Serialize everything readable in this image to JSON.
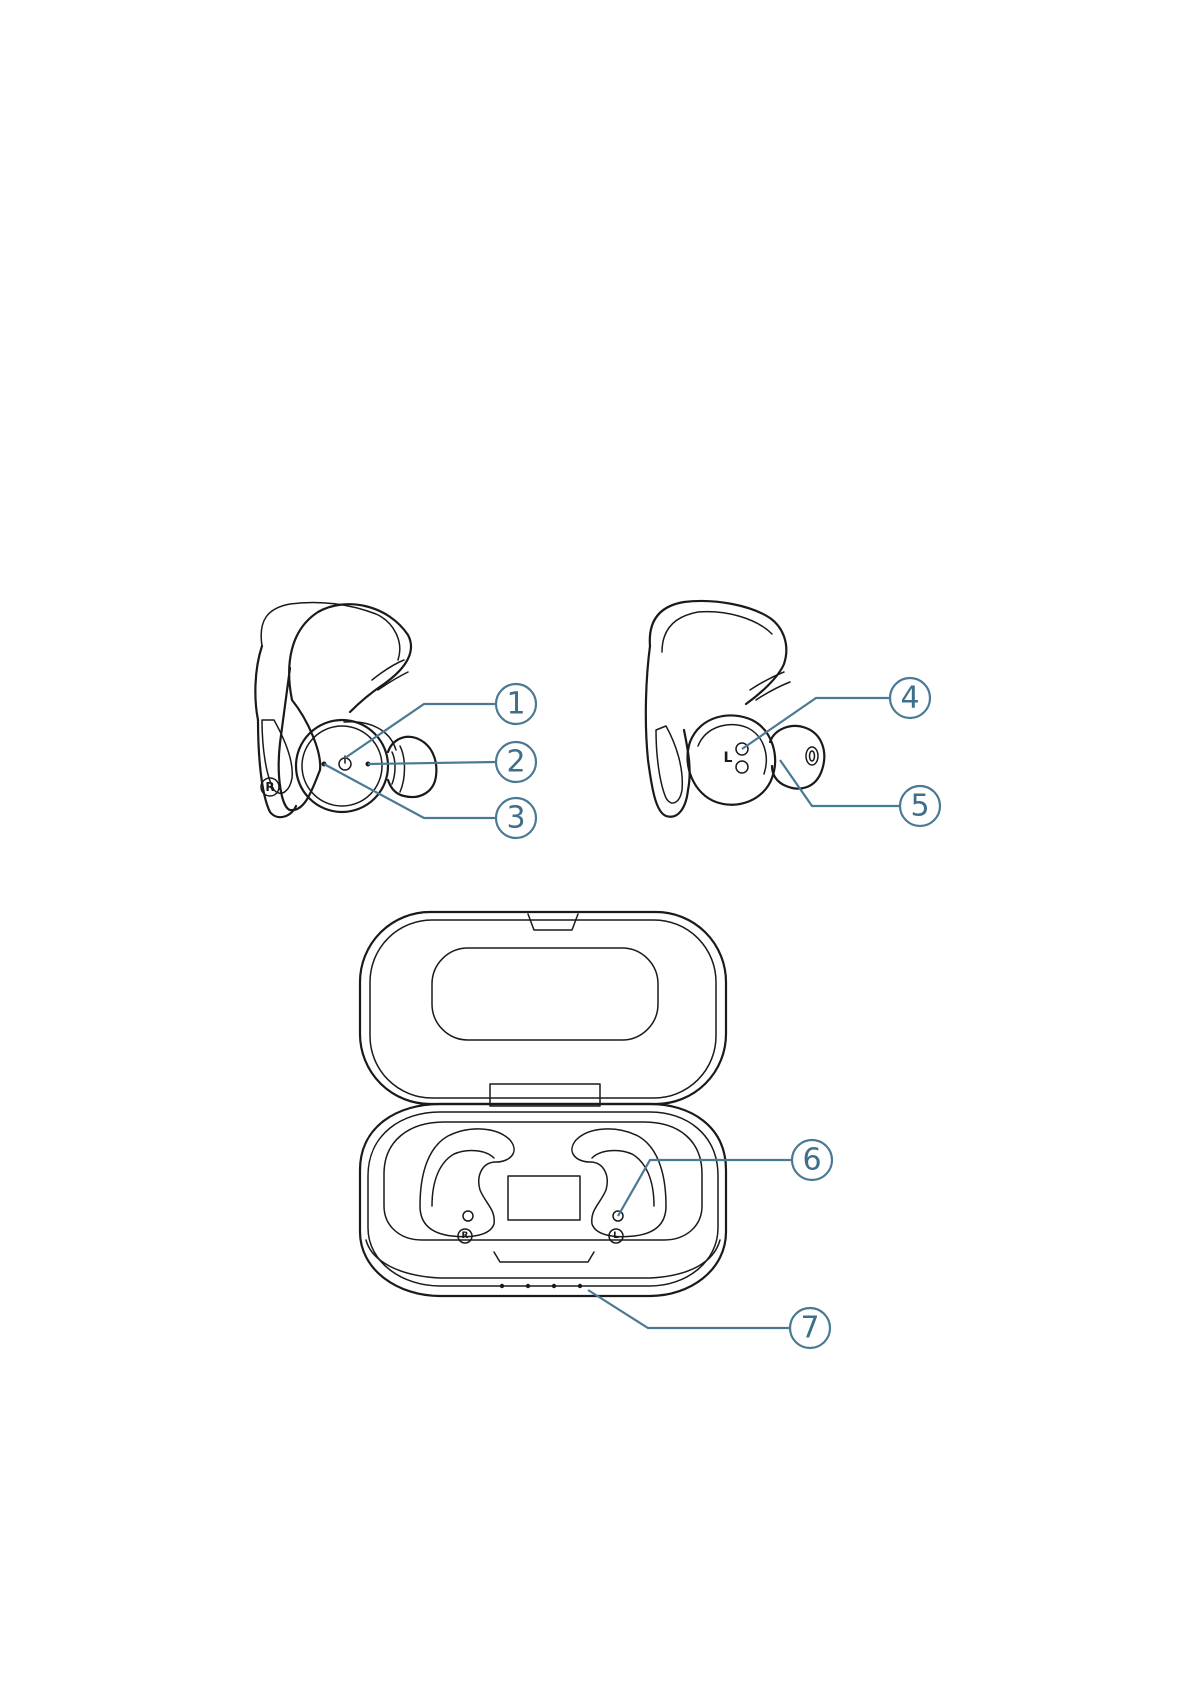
{
  "callouts": [
    {
      "id": "1",
      "label": "1"
    },
    {
      "id": "2",
      "label": "2"
    },
    {
      "id": "3",
      "label": "3"
    },
    {
      "id": "4",
      "label": "4"
    },
    {
      "id": "5",
      "label": "5"
    },
    {
      "id": "6",
      "label": "6"
    },
    {
      "id": "7",
      "label": "7"
    }
  ],
  "earbud_right": {
    "side_mark": "R"
  },
  "earbud_left": {
    "side_mark": "L"
  },
  "case": {
    "slot_right_mark": "R",
    "slot_left_mark": "L"
  },
  "colors": {
    "callout": "#4a7a93",
    "drawing": "#1a1a1a",
    "background": "#ffffff"
  }
}
